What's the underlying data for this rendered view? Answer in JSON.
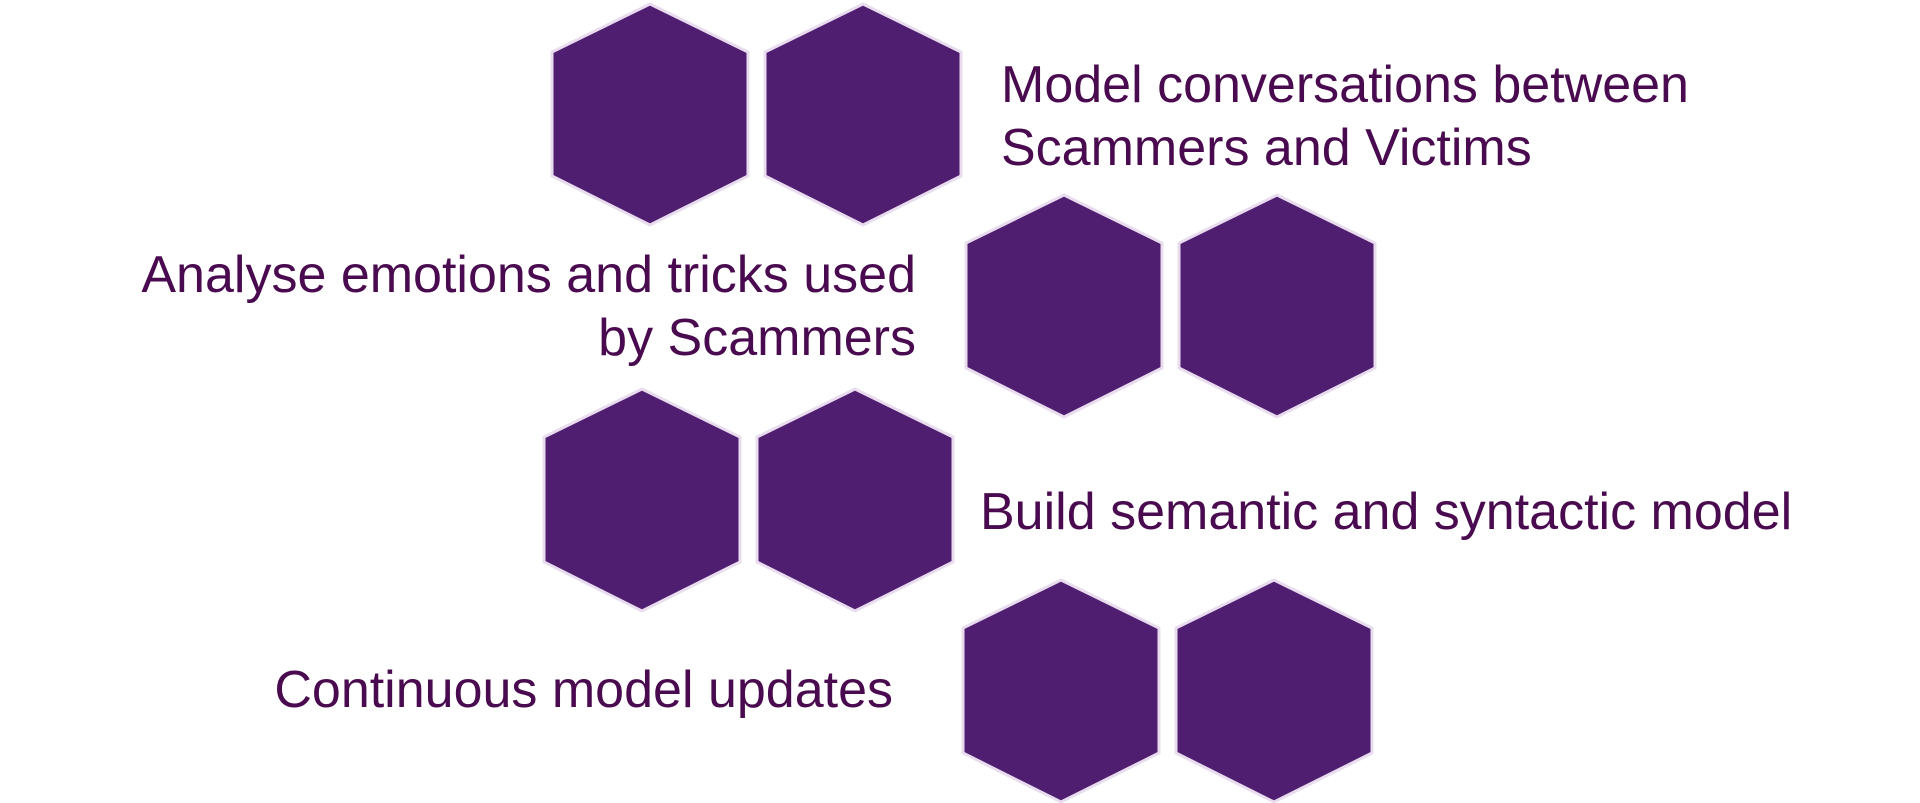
{
  "diagram": {
    "steps": [
      {
        "lines": [
          "Model conversations between",
          "Scammers and Victims"
        ]
      },
      {
        "lines": [
          "Analyse emotions and tricks used",
          "by Scammers"
        ]
      },
      {
        "lines": [
          "Build semantic and syntactic model"
        ]
      },
      {
        "lines": [
          "Continuous model updates"
        ]
      }
    ],
    "colors": {
      "hexagon_fill": "#4f1e70",
      "hexagon_stroke": "#e8dcee",
      "text": "#4a0a4f"
    }
  }
}
